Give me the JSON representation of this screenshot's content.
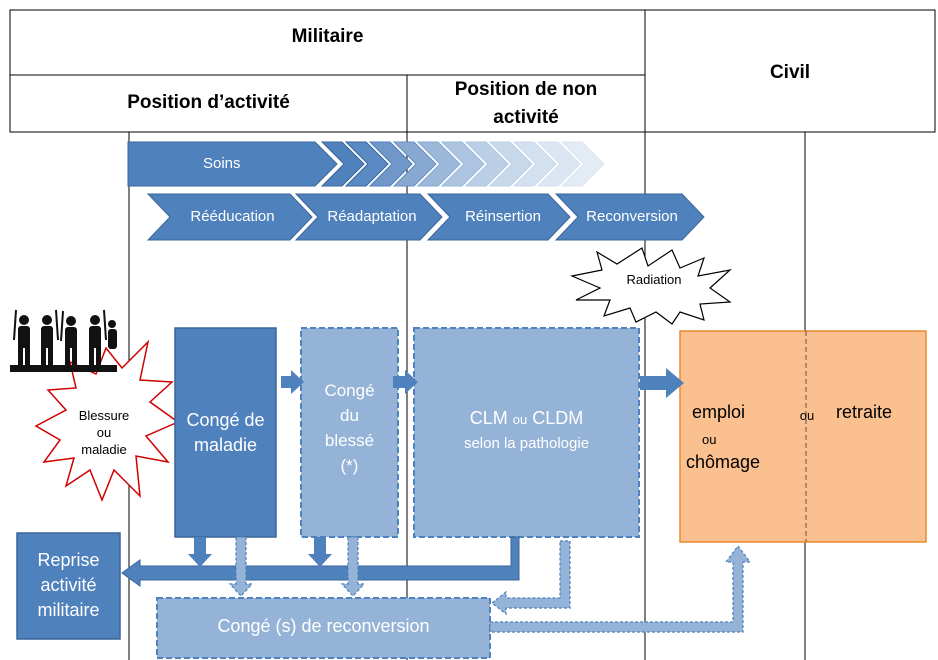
{
  "header": {
    "militaire": "Militaire",
    "civil": "Civil",
    "position_activite": "Position d’activité",
    "position_non_activite_1": "Position de non",
    "position_non_activite_2": "activité"
  },
  "phases": {
    "soins": "Soins",
    "reeducation": "Rééducation",
    "readaptation": "Réadaptation",
    "reinsertion": "Réinsertion",
    "reconversion": "Reconversion"
  },
  "events": {
    "radiation": "Radiation",
    "blessure_1": "Blessure",
    "blessure_2": "ou",
    "blessure_3": "maladie"
  },
  "boxes": {
    "conge_maladie_1": "Congé de",
    "conge_maladie_2": "maladie",
    "conge_blesse_1": "Congé",
    "conge_blesse_2": "du",
    "conge_blesse_3": "blessé",
    "conge_blesse_4": "(*)",
    "clm_1": "CLM",
    "clm_ou": "ou",
    "clm_2": "CLDM",
    "clm_sub": "selon la pathologie",
    "reprise_1": "Reprise",
    "reprise_2": "activité",
    "reprise_3": "militaire",
    "conge_reconversion": "Congé (s) de reconversion",
    "emploi": "emploi",
    "emploi_ou": "ou",
    "chomage": "chômage",
    "middle_ou": "ou",
    "retraite": "retraite"
  },
  "colors": {
    "dark_blue": "#4f81bd",
    "dark_blue_border": "#3a6699",
    "light_blue": "#95b3d7",
    "light_blue_border": "#6a8fc0",
    "orange": "#fac090",
    "orange_border": "#e88a2e",
    "red_border": "#d00000"
  }
}
